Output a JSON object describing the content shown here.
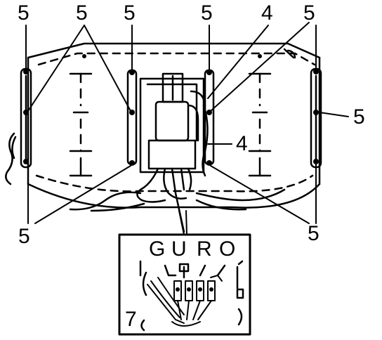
{
  "callouts": {
    "top_1": "5",
    "top_2": "5",
    "top_3": "5",
    "top_4": "5",
    "top_5": "4",
    "top_6": "5",
    "right_5": "5",
    "right_4": "4",
    "bottom_left_5": "5",
    "bottom_right_5": "5"
  },
  "connector": {
    "letters": [
      "G",
      "U",
      "R",
      "O"
    ],
    "label_7": "7"
  },
  "colors": {
    "ink": "#000000",
    "paper": "#ffffff"
  }
}
